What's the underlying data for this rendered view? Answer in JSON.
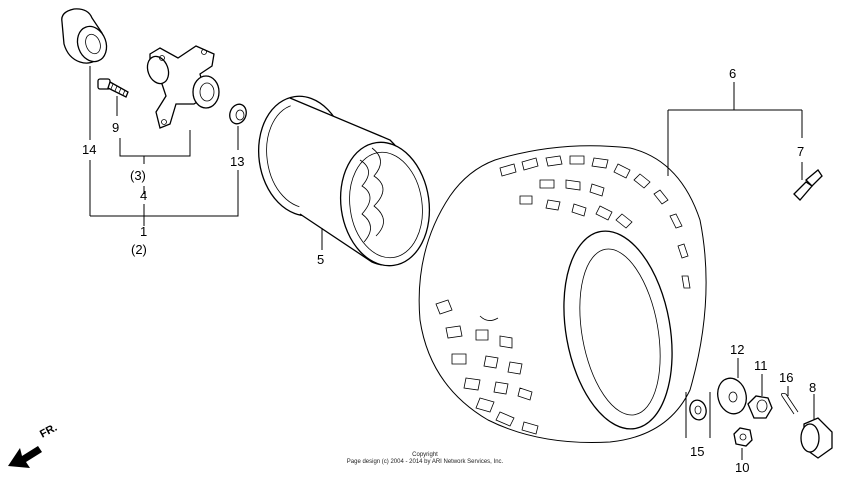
{
  "diagram": {
    "direction_label": "FR.",
    "copyright": {
      "line1": "Copyright",
      "line2": "Page design (c) 2004 - 2014 by ARI Network Services, Inc."
    },
    "callouts": [
      {
        "id": "14",
        "text": "14"
      },
      {
        "id": "9",
        "text": "9"
      },
      {
        "id": "3",
        "text": "(3)"
      },
      {
        "id": "4",
        "text": "4"
      },
      {
        "id": "1",
        "text": "1"
      },
      {
        "id": "2",
        "text": "(2)"
      },
      {
        "id": "13",
        "text": "13"
      },
      {
        "id": "5",
        "text": "5"
      },
      {
        "id": "6",
        "text": "6"
      },
      {
        "id": "7",
        "text": "7"
      },
      {
        "id": "12",
        "text": "12"
      },
      {
        "id": "11",
        "text": "11"
      },
      {
        "id": "16",
        "text": "16"
      },
      {
        "id": "8",
        "text": "8"
      },
      {
        "id": "15",
        "text": "15"
      },
      {
        "id": "10",
        "text": "10"
      }
    ]
  }
}
